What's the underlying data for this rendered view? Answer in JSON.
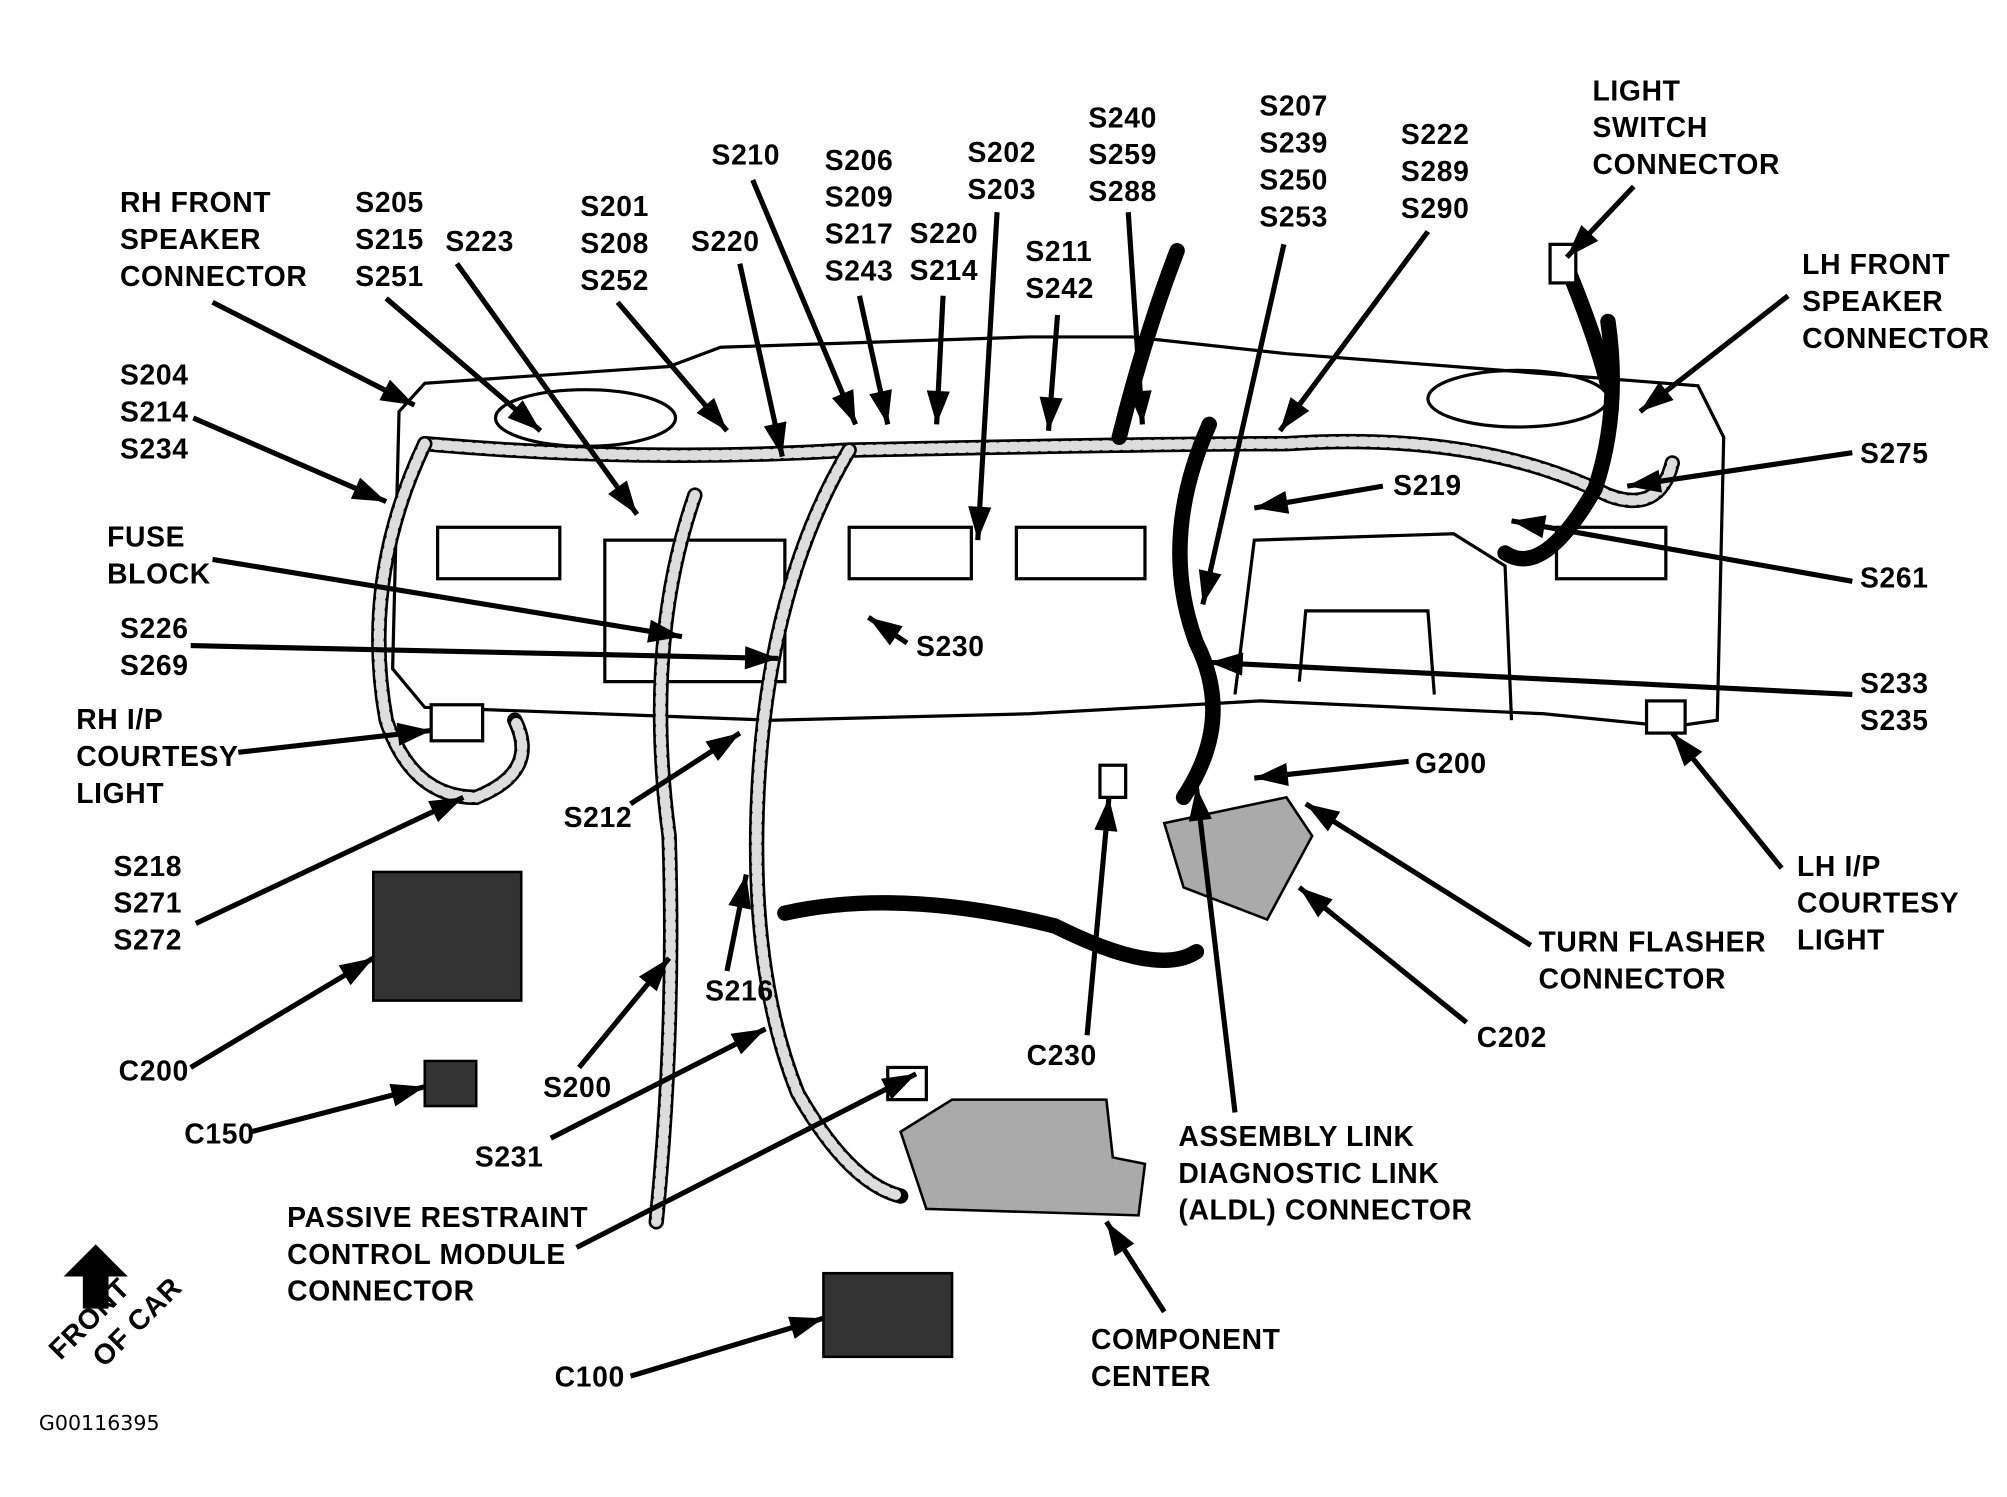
{
  "figure_id": "G00116395",
  "orientation_label": [
    "FRONT",
    "OF CAR"
  ],
  "labels": {
    "rh_front_speaker": [
      "RH FRONT",
      "SPEAKER",
      "CONNECTOR"
    ],
    "s205": [
      "S205",
      "S215",
      "S251"
    ],
    "s223": [
      "S223"
    ],
    "s201": [
      "S201",
      "S208",
      "S252"
    ],
    "s220a": [
      "S220"
    ],
    "s210": [
      "S210"
    ],
    "s206": [
      "S206",
      "S209",
      "S217",
      "S243"
    ],
    "s220b": [
      "S220",
      "S214"
    ],
    "s202": [
      "S202",
      "S203"
    ],
    "s211": [
      "S211",
      "S242"
    ],
    "s240": [
      "S240",
      "S259",
      "S288"
    ],
    "s207": [
      "S207",
      "S239",
      "S250",
      "S253"
    ],
    "s222": [
      "S222",
      "S289",
      "S290"
    ],
    "light_switch": [
      "LIGHT",
      "SWITCH",
      "CONNECTOR"
    ],
    "lh_front_speaker": [
      "LH FRONT",
      "SPEAKER",
      "CONNECTOR"
    ],
    "s275": [
      "S275"
    ],
    "s219": [
      "S219"
    ],
    "s261": [
      "S261"
    ],
    "s233": [
      "S233",
      "S235"
    ],
    "g200": [
      "G200"
    ],
    "s204": [
      "S204",
      "S214",
      "S234"
    ],
    "fuse_block": [
      "FUSE",
      "BLOCK"
    ],
    "s226": [
      "S226",
      "S269"
    ],
    "s230": [
      "S230"
    ],
    "rh_ip_courtesy": [
      "RH I/P",
      "COURTESY",
      "LIGHT"
    ],
    "s218": [
      "S218",
      "S271",
      "S272"
    ],
    "s212": [
      "S212"
    ],
    "s216": [
      "S216"
    ],
    "s200": [
      "S200"
    ],
    "s231": [
      "S231"
    ],
    "c200": [
      "C200"
    ],
    "c150": [
      "C150"
    ],
    "prcm": [
      "PASSIVE RESTRAINT",
      "CONTROL MODULE",
      "CONNECTOR"
    ],
    "c100": [
      "C100"
    ],
    "component_center": [
      "COMPONENT",
      "CENTER"
    ],
    "aldl": [
      "ASSEMBLY LINK",
      "DIAGNOSTIC LINK",
      "(ALDL) CONNECTOR"
    ],
    "c230": [
      "C230"
    ],
    "c202": [
      "C202"
    ],
    "turn_flasher": [
      "TURN FLASHER",
      "CONNECTOR"
    ],
    "lh_ip_courtesy": [
      "LH I/P",
      "COURTESY",
      "LIGHT"
    ]
  }
}
